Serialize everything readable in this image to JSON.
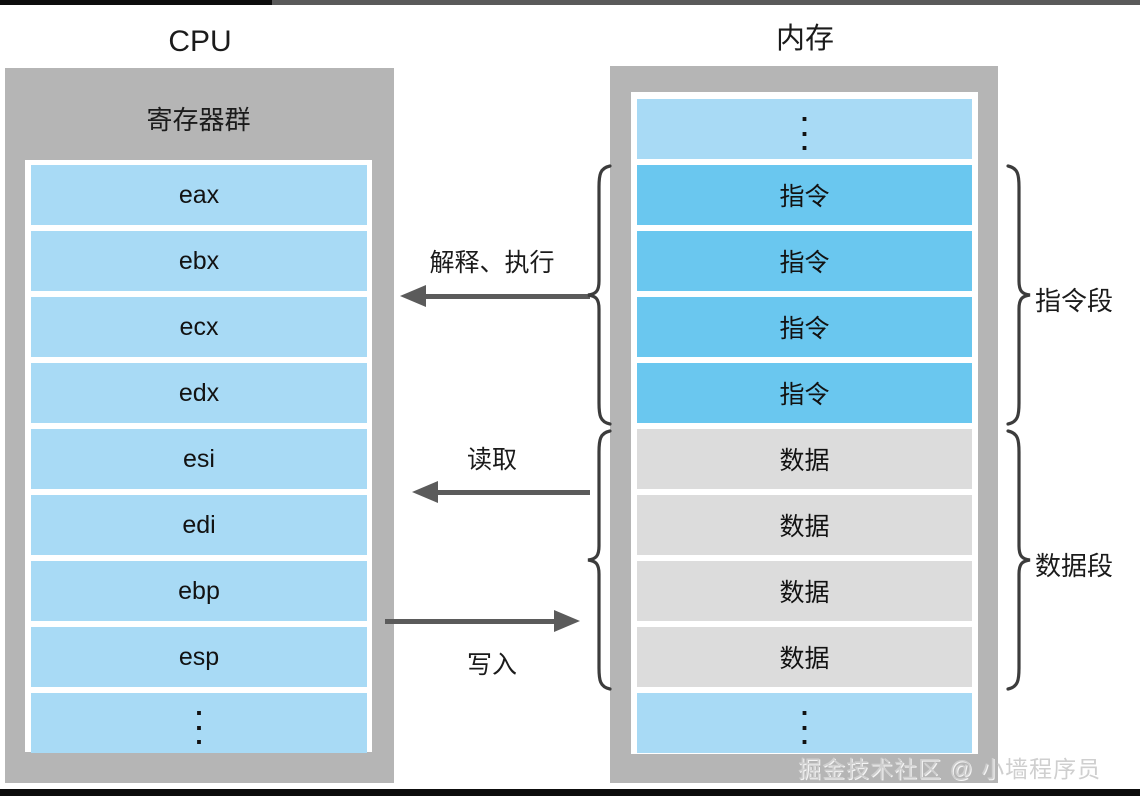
{
  "cpu": {
    "title": "CPU",
    "group_label": "寄存器群",
    "registers": [
      {
        "label": "eax",
        "kind": "reg"
      },
      {
        "label": "ebx",
        "kind": "reg"
      },
      {
        "label": "ecx",
        "kind": "reg"
      },
      {
        "label": "edx",
        "kind": "reg"
      },
      {
        "label": "esi",
        "kind": "reg"
      },
      {
        "label": "edi",
        "kind": "reg"
      },
      {
        "label": "ebp",
        "kind": "reg"
      },
      {
        "label": "esp",
        "kind": "reg"
      },
      {
        "label": "⋮",
        "kind": "dots"
      }
    ]
  },
  "memory": {
    "title": "内存",
    "cells": [
      {
        "label": "⋮",
        "kind": "dots"
      },
      {
        "label": "指令",
        "kind": "instr"
      },
      {
        "label": "指令",
        "kind": "instr"
      },
      {
        "label": "指令",
        "kind": "instr"
      },
      {
        "label": "指令",
        "kind": "instr"
      },
      {
        "label": "数据",
        "kind": "data"
      },
      {
        "label": "数据",
        "kind": "data"
      },
      {
        "label": "数据",
        "kind": "data"
      },
      {
        "label": "数据",
        "kind": "data"
      },
      {
        "label": "⋮",
        "kind": "dots"
      }
    ],
    "segments": [
      {
        "label": "指令段"
      },
      {
        "label": "数据段"
      }
    ]
  },
  "flows": [
    {
      "label": "解释、执行",
      "direction": "left"
    },
    {
      "label": "读取",
      "direction": "left"
    },
    {
      "label": "写入",
      "direction": "right"
    }
  ],
  "watermark": "掘金技术社区 @ 小墙程序员",
  "colors": {
    "panel_gray": "#b5b5b5",
    "register_blue": "#a8daf5",
    "instruction_blue": "#6ac7ef",
    "data_gray": "#dcdcdc",
    "arrow_gray": "#5b5b5b",
    "text": "#1b1b1b"
  }
}
